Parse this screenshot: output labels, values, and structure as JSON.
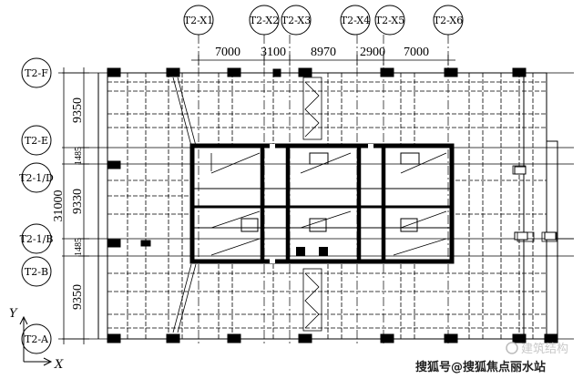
{
  "top_axes": [
    "T2-X1",
    "T2-X2",
    "T2-X3",
    "T2-X4",
    "T2-X5",
    "T2-X6"
  ],
  "top_dims": [
    "7000",
    "3100",
    "8970",
    "2900",
    "7000"
  ],
  "left_axes": [
    "T2-F",
    "T2-E",
    "T2-1/D",
    "T2-1/B",
    "T2-B",
    "T2-A"
  ],
  "left_dims": [
    "9350",
    "1485",
    "9330",
    "1485",
    "9350"
  ],
  "overall_dim": "31000",
  "coord_labels": {
    "y": "Y",
    "x": "X"
  },
  "watermark": {
    "brand": "建筑结构",
    "caption": "搜狐号@搜狐焦点丽水站"
  }
}
